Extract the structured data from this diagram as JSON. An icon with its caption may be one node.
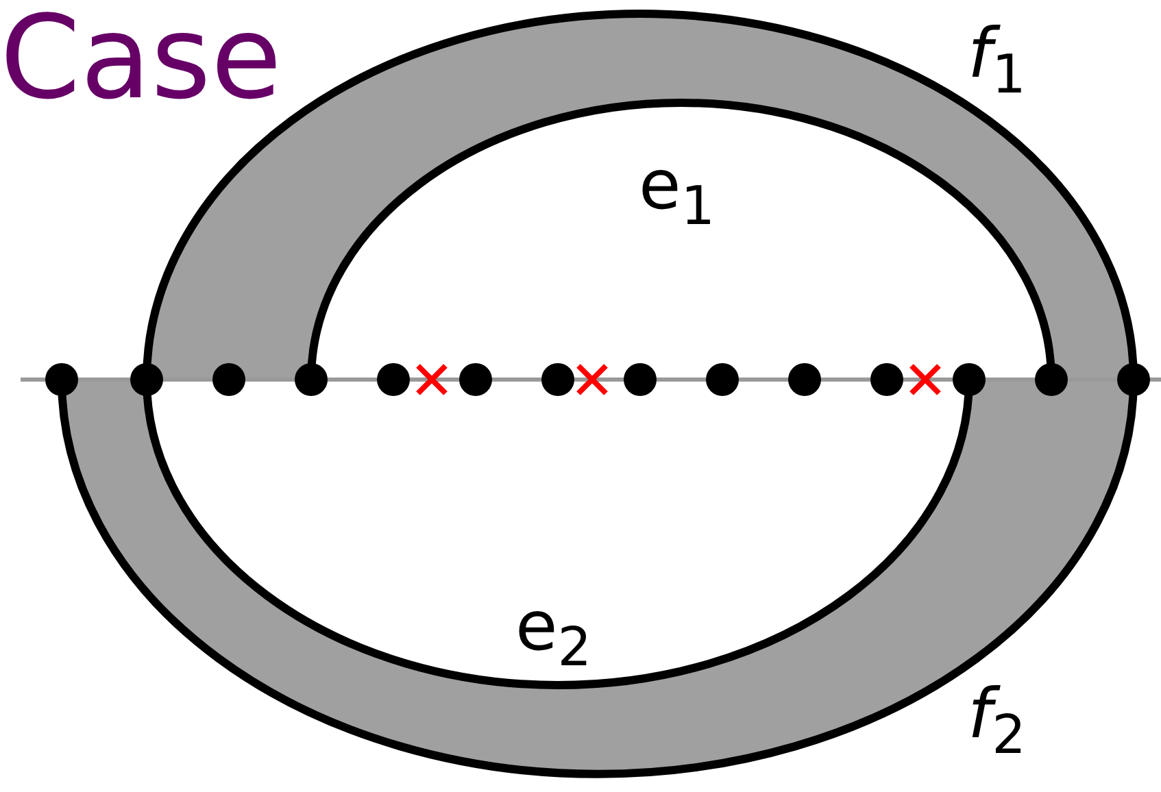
{
  "diagram": {
    "title": "Case",
    "labels": [
      "*f*$_{1}$",
      "e$_{1}$",
      "e$_{2}$",
      "*f*$_{2}$"
    ]
  }
}
